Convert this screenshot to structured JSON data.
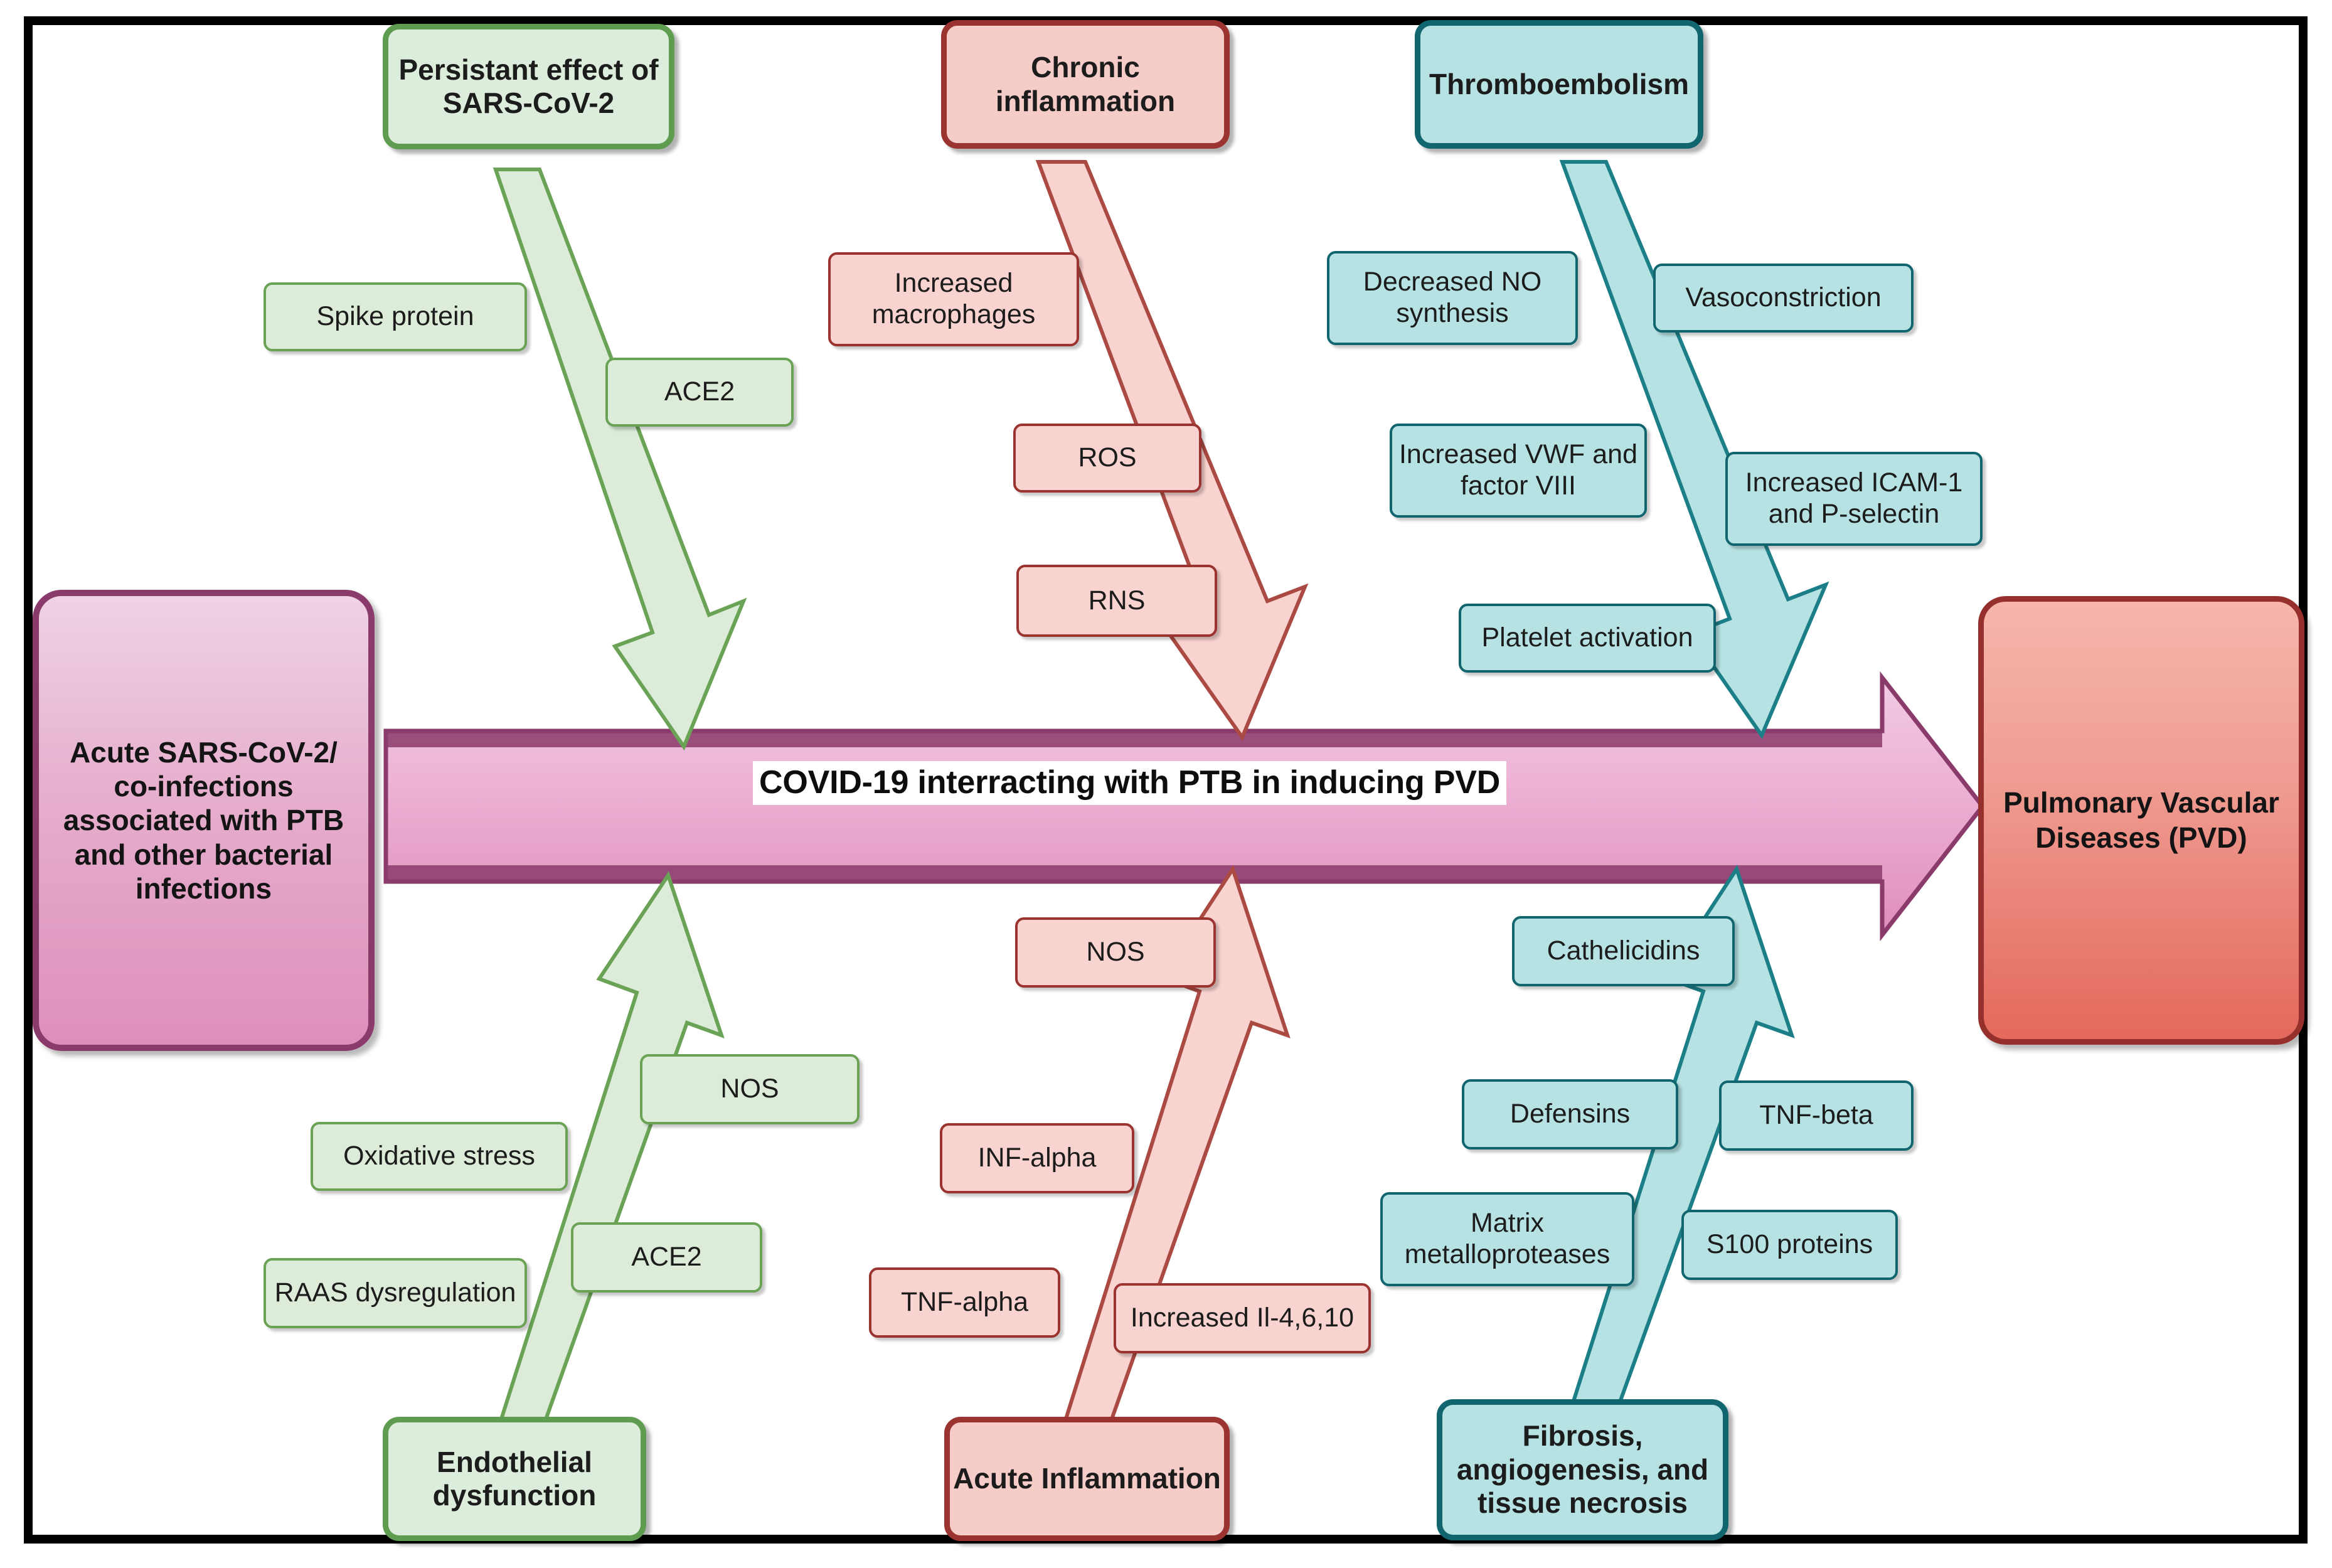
{
  "diagram": {
    "type": "fishbone-ishikawa",
    "source_box": {
      "label": "Acute SARS-CoV-2/ co-infections associated with PTB and other bacterial infections"
    },
    "effect_box": {
      "label": "Pulmonary Vascular Diseases (PVD)"
    },
    "spine": {
      "label": "COVID-19 interracting with PTB in inducing PVD"
    },
    "branches": [
      {
        "id": "persistent-effect",
        "color_group": "green",
        "position": "top-left",
        "head": "Persistant effect of SARS-CoV-2",
        "items": [
          "Spike protein",
          "ACE2"
        ]
      },
      {
        "id": "chronic-inflammation",
        "color_group": "red",
        "position": "top-middle",
        "head": "Chronic inflammation",
        "items": [
          "Increased macrophages",
          "ROS",
          "RNS"
        ]
      },
      {
        "id": "thromboembolism",
        "color_group": "teal",
        "position": "top-right",
        "head": "Thromboembolism",
        "items": [
          "Decreased NO synthesis",
          "Vasoconstriction",
          "Increased VWF and factor VIII",
          "Increased ICAM-1 and P-selectin",
          "Platelet activation"
        ]
      },
      {
        "id": "endothelial-dysfunction",
        "color_group": "green",
        "position": "bottom-left",
        "head": "Endothelial dysfunction",
        "items": [
          "NOS",
          "Oxidative stress",
          "ACE2",
          "RAAS dysregulation"
        ]
      },
      {
        "id": "acute-inflammation",
        "color_group": "red",
        "position": "bottom-middle",
        "head": "Acute Inflammation",
        "items": [
          "NOS",
          "INF-alpha",
          "TNF-alpha",
          "Increased Il-4,6,10"
        ]
      },
      {
        "id": "fibrosis-angiogenesis",
        "color_group": "teal",
        "position": "bottom-right",
        "head": "Fibrosis, angiogenesis, and tissue necrosis",
        "items": [
          "Cathelicidins",
          "Defensins",
          "TNF-beta",
          "Matrix metalloproteases",
          "S100 proteins"
        ]
      }
    ],
    "colors": {
      "green_fill": "#dceddb",
      "green_stroke": "#5e9c4f",
      "red_fill": "#f6ccc9",
      "red_stroke": "#9b3430",
      "teal_fill": "#b6e2e4",
      "teal_stroke": "#10656e",
      "source_fill": "#dd8fbb",
      "source_stroke": "#8a3b6b",
      "effect_fill": "#e3695c",
      "effect_stroke": "#96302c",
      "spine_fill": "#e9a7cc",
      "spine_stroke": "#8a3b6b",
      "frame": "#000000"
    }
  }
}
